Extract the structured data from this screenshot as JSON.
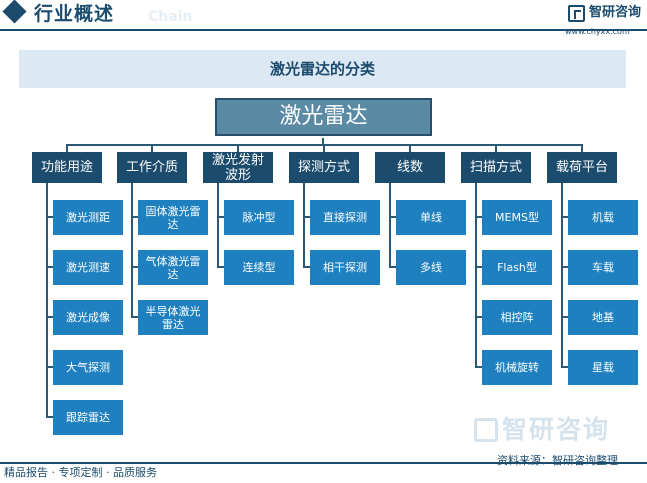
{
  "header": {
    "title": "行业概述",
    "subtitle": "Chain",
    "logo_name": "智研咨询",
    "logo_url": "www.chyxx.com"
  },
  "diagram": {
    "title": "激光雷达的分类",
    "root": "激光雷达",
    "categories": [
      {
        "label": "功能用途",
        "items": [
          "激光测距",
          "激光测速",
          "激光成像",
          "大气探测",
          "跟踪雷达"
        ]
      },
      {
        "label": "工作介质",
        "items": [
          "固体激光雷\n达",
          "气体激光雷\n达",
          "半导体激光\n雷达"
        ]
      },
      {
        "label": "激光发射\n波形",
        "items": [
          "脉冲型",
          "连续型"
        ]
      },
      {
        "label": "探测方式",
        "items": [
          "直接探测",
          "相干探测"
        ]
      },
      {
        "label": "线数",
        "items": [
          "单线",
          "多线"
        ]
      },
      {
        "label": "扫描方式",
        "items": [
          "MEMS型",
          "Flash型",
          "相控阵",
          "机械旋转"
        ]
      },
      {
        "label": "载荷平台",
        "items": [
          "机载",
          "车载",
          "地基",
          "星载"
        ]
      }
    ]
  },
  "footer": {
    "left_text": "精品报告 · 专项定制 · 品质服务",
    "source": "资料来源：智研咨询整理",
    "watermark": "智研咨询"
  },
  "colors": {
    "category_bg": "#1b4b6d",
    "item_bg": "#1f80c0",
    "root_bg": "#5a8aa4",
    "title_bar_bg": "#dce8f4"
  }
}
